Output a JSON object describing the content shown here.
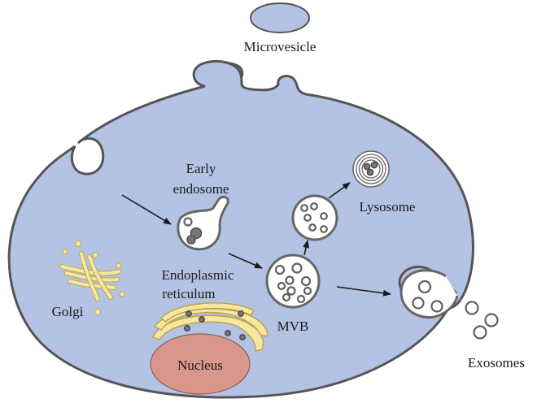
{
  "labels": {
    "microvesicle": "Microvesicle",
    "early_endosome_line1": "Early",
    "early_endosome_line2": "endosome",
    "lysosome": "Lysosome",
    "er_line1": "Endoplasmic",
    "er_line2": "reticulum",
    "golgi": "Golgi",
    "mvb": "MVB",
    "nucleus": "Nucleus",
    "exosomes": "Exosomes"
  },
  "colors": {
    "cytoplasm": "#b4c3e3",
    "membrane": "#555555",
    "nucleus": "#d9968a",
    "er": "#f6e6a0",
    "golgi": "#f4e8a0"
  }
}
